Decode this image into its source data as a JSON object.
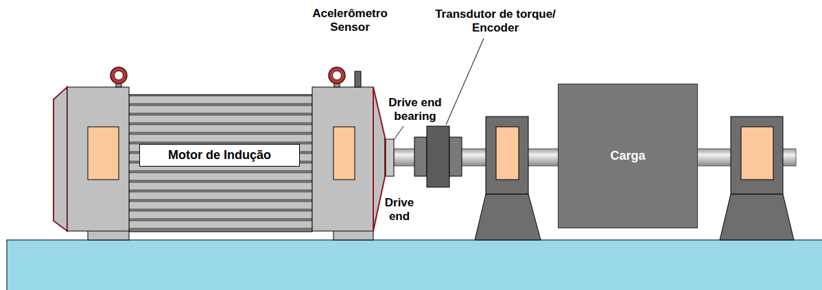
{
  "diagram": {
    "nodes": [
      {
        "text": [
          "Motor de Indução"
        ]
      },
      {
        "text": [
          "Carga"
        ]
      }
    ],
    "labels": [
      "Acelerômetro Sensor",
      "Drive end bearing",
      "Transdutor de torque/ Encoder",
      "Drive end"
    ]
  }
}
